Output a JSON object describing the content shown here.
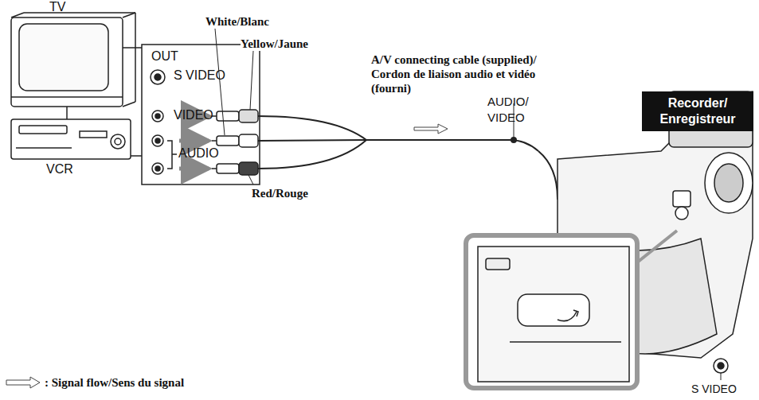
{
  "diagram": {
    "nodes": [
      {
        "text": [
          "OUT",
          "S VIDEO",
          "VIDEO",
          "AUDIO"
        ]
      },
      {
        "text": [
          "Recorder/ Enregistreur"
        ]
      }
    ],
    "labels": [
      "TV",
      "VCR",
      "White/Blanc",
      "Yellow/Jaune",
      "A/V connecting cable (supplied)/ Cordon de liaison audio et vidéo (fourni)",
      "AUDIO/ VIDEO",
      "Red/Rouge",
      "S VIDEO"
    ],
    "legend": [
      {
        "text": ": Signal flow/Sens du signal"
      }
    ]
  }
}
